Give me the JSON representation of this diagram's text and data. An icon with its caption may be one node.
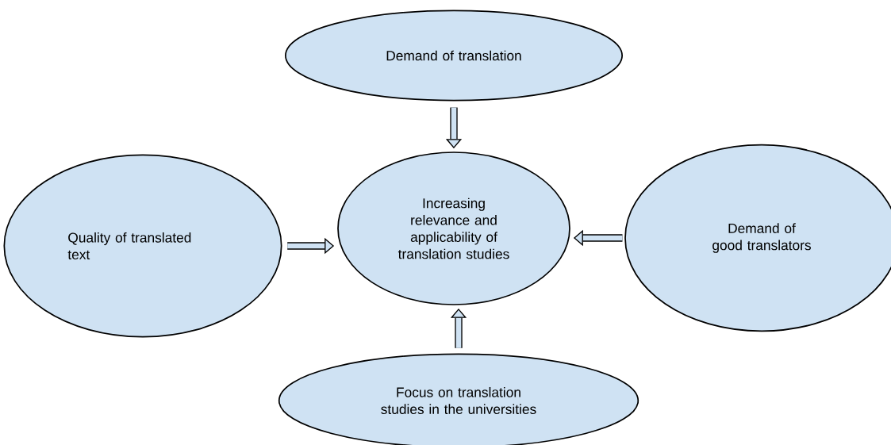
{
  "diagram": {
    "nodes": [
      {
        "text": [
          "Demand of translation"
        ]
      },
      {
        "text": [
          "Quality of translated text"
        ]
      },
      {
        "text": [
          "Increasing relevance and applicability of translation studies"
        ]
      },
      {
        "text": [
          "Demand of good translators"
        ]
      },
      {
        "text": [
          "Focus on translation studies in the universities"
        ]
      }
    ],
    "edges": [
      {
        "from": 0,
        "to": 2,
        "arrow": "to"
      },
      {
        "from": 1,
        "to": 2,
        "arrow": "to"
      },
      {
        "from": 3,
        "to": 2,
        "arrow": "to"
      },
      {
        "from": 4,
        "to": 2,
        "arrow": "to"
      }
    ]
  }
}
